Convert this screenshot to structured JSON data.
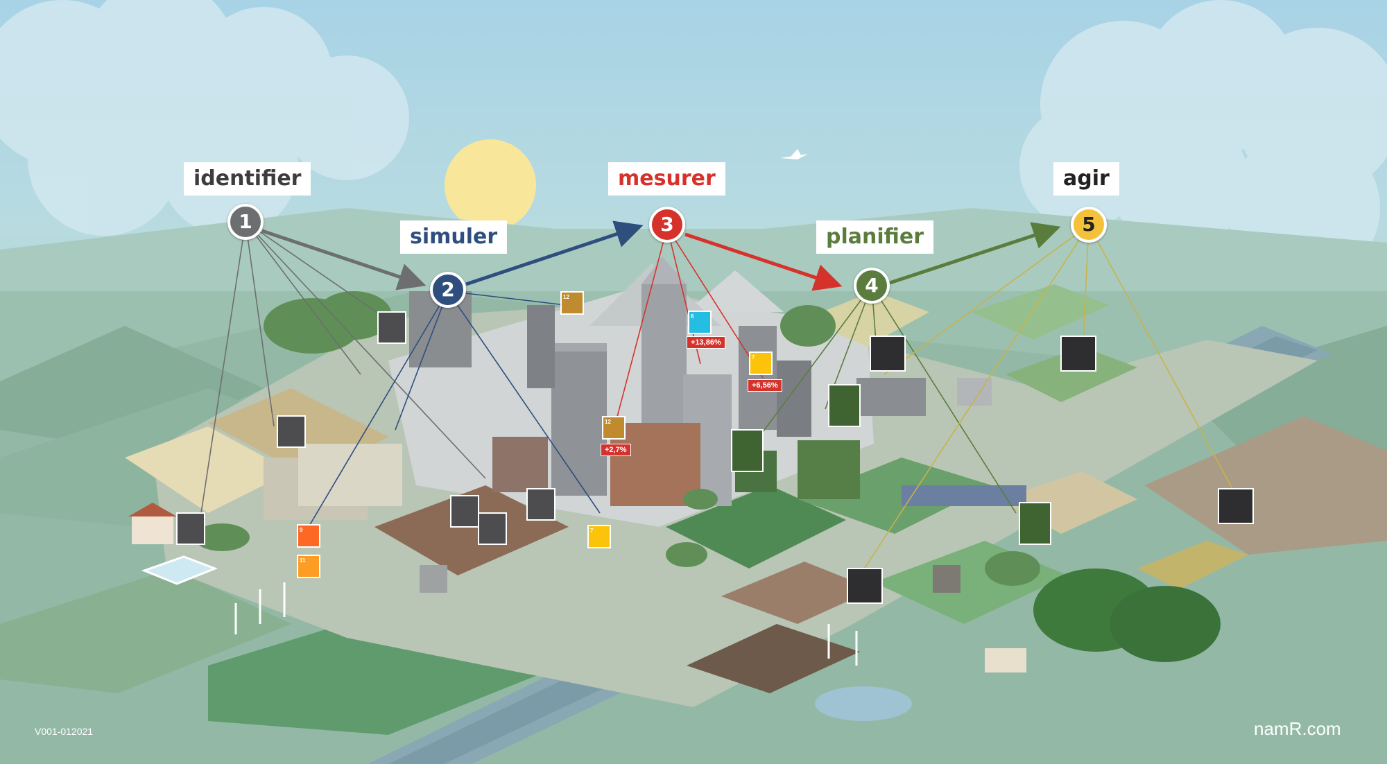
{
  "steps": [
    {
      "num": "1",
      "label": "identifier",
      "color": "#6d6e70",
      "label_color": "#3d3d3f"
    },
    {
      "num": "2",
      "label": "simuler",
      "color": "#2e4e7e",
      "label_color": "#2e4e7e"
    },
    {
      "num": "3",
      "label": "mesurer",
      "color": "#d6322c",
      "label_color": "#d6322c"
    },
    {
      "num": "4",
      "label": "planifier",
      "color": "#5a7d3e",
      "label_color": "#5a7d3e"
    },
    {
      "num": "5",
      "label": "agir",
      "color": "#f3c13a",
      "label_color": "#222222"
    }
  ],
  "arrows": [
    {
      "from": "1",
      "to": "2",
      "color": "#6d6e70"
    },
    {
      "from": "2",
      "to": "3",
      "color": "#2e4e7e"
    },
    {
      "from": "3",
      "to": "4",
      "color": "#d6322c"
    },
    {
      "from": "4",
      "to": "5",
      "color": "#5a7d3e"
    }
  ],
  "indicators": {
    "sdg_12_a": "12",
    "sdg_6": "6",
    "sdg_7": "7",
    "sdg_12_b": "12",
    "sdg_9": "9",
    "sdg_11": "11",
    "sdg_7_b": "7",
    "val_6": "+13,86%",
    "val_7": "+6,56%",
    "val_12": "+2,7%"
  },
  "footer": {
    "version": "V001-012021",
    "site": "namR.com"
  },
  "icons": [
    "sun-icon",
    "plane-icon",
    "bird-icon",
    "wind-turbine-icon"
  ]
}
